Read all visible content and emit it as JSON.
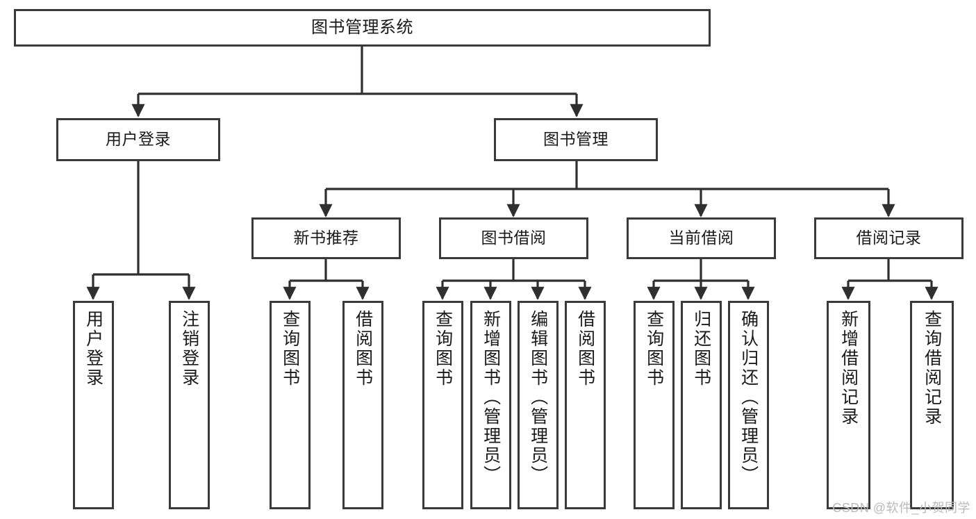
{
  "diagram": {
    "type": "tree",
    "title": "图书管理系统",
    "style": {
      "box_border_color": "#3a3a3a",
      "box_fill_color": "#ffffff",
      "edge_color": "#2f2f2f",
      "background_color": "#ffffff",
      "text_color": "#1a1a1a"
    },
    "levels": {
      "root": "图书管理系统",
      "level2": [
        "用户登录",
        "图书管理"
      ],
      "level3": [
        "新书推荐",
        "图书借阅",
        "当前借阅",
        "借阅记录"
      ]
    },
    "nodes": {
      "root": {
        "label": "图书管理系统"
      },
      "user_login": {
        "label": "用户登录"
      },
      "book_manage": {
        "label": "图书管理"
      },
      "new_book_rec": {
        "label": "新书推荐"
      },
      "book_borrow": {
        "label": "图书借阅"
      },
      "current_borrow": {
        "label": "当前借阅"
      },
      "borrow_record": {
        "label": "借阅记录"
      },
      "leaf_user_login": {
        "label": "用户登录"
      },
      "leaf_user_logout": {
        "label": "注销登录"
      },
      "leaf_query_book_1": {
        "label": "查询图书"
      },
      "leaf_borrow_book_1": {
        "label": "借阅图书"
      },
      "leaf_query_book_2": {
        "label": "查询图书"
      },
      "leaf_add_book": {
        "label": "新增图书（管理员）"
      },
      "leaf_edit_book": {
        "label": "编辑图书（管理员）"
      },
      "leaf_borrow_book_2": {
        "label": "借阅图书"
      },
      "leaf_query_book_3": {
        "label": "查询图书"
      },
      "leaf_return_book": {
        "label": "归还图书"
      },
      "leaf_confirm_return": {
        "label": "确认归还（管理员）"
      },
      "leaf_add_record": {
        "label": "新增借阅记录"
      },
      "leaf_query_record": {
        "label": "查询借阅记录"
      }
    },
    "edges": [
      {
        "from": "root",
        "to": "user_login"
      },
      {
        "from": "root",
        "to": "book_manage"
      },
      {
        "from": "user_login",
        "to": "leaf_user_login"
      },
      {
        "from": "user_login",
        "to": "leaf_user_logout"
      },
      {
        "from": "book_manage",
        "to": "new_book_rec"
      },
      {
        "from": "book_manage",
        "to": "book_borrow"
      },
      {
        "from": "book_manage",
        "to": "current_borrow"
      },
      {
        "from": "book_manage",
        "to": "borrow_record"
      },
      {
        "from": "new_book_rec",
        "to": "leaf_query_book_1"
      },
      {
        "from": "new_book_rec",
        "to": "leaf_borrow_book_1"
      },
      {
        "from": "book_borrow",
        "to": "leaf_query_book_2"
      },
      {
        "from": "book_borrow",
        "to": "leaf_add_book"
      },
      {
        "from": "book_borrow",
        "to": "leaf_edit_book"
      },
      {
        "from": "book_borrow",
        "to": "leaf_borrow_book_2"
      },
      {
        "from": "current_borrow",
        "to": "leaf_query_book_3"
      },
      {
        "from": "current_borrow",
        "to": "leaf_return_book"
      },
      {
        "from": "current_borrow",
        "to": "leaf_confirm_return"
      },
      {
        "from": "borrow_record",
        "to": "leaf_add_record"
      },
      {
        "from": "borrow_record",
        "to": "leaf_query_record"
      }
    ]
  },
  "watermark": {
    "text": "CSDN @软件_小贺同学"
  }
}
